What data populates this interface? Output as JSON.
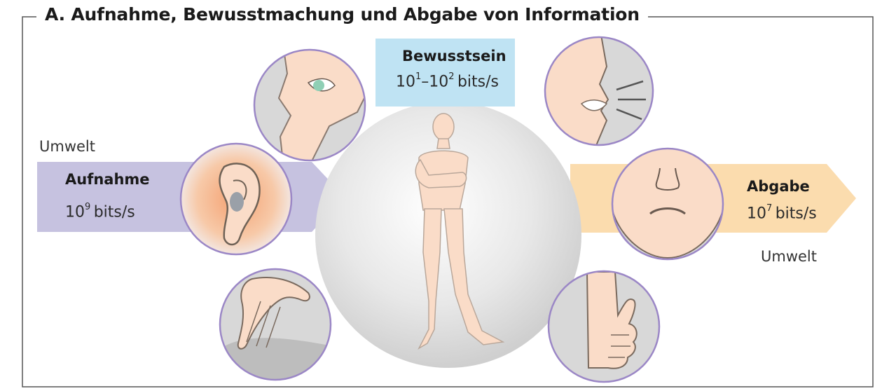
{
  "title": "A. Aufnahme, Bewusstmachung und Abgabe von Information",
  "left": {
    "umwelt": "Umwelt",
    "label": "Aufnahme",
    "rate_base": "10",
    "rate_exp": "9",
    "rate_unit": "bits/s"
  },
  "center": {
    "label": "Bewusstsein",
    "rate_base1": "10",
    "rate_exp1": "1",
    "rate_dash": "–10",
    "rate_exp2": "2",
    "rate_unit": "bits/s"
  },
  "right": {
    "umwelt": "Umwelt",
    "label": "Abgabe",
    "rate_base": "10",
    "rate_exp": "7",
    "rate_unit": "bits/s"
  },
  "colors": {
    "intake_arrow": "#c6c2e0",
    "output_arrow": "#fbdcae",
    "consciousness_box": "#bfe3f3",
    "skin": "#fadcc8",
    "circle_border": "#9b87c6",
    "circle_bg": "#dcdcdc",
    "sphere": "#e4e4e4"
  },
  "icons": [
    "eye-icon",
    "ear-icon",
    "hand-touch-icon",
    "mouth-speaking-icon",
    "face-expression-icon",
    "thumbs-up-icon",
    "human-figure-icon"
  ]
}
